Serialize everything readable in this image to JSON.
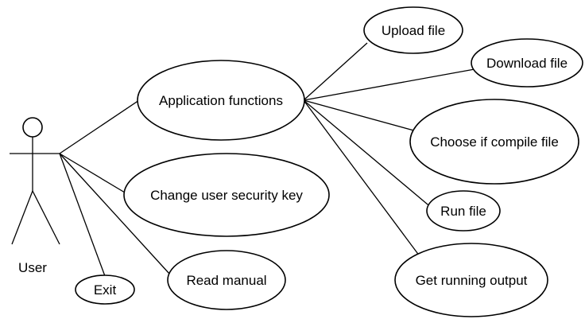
{
  "actor": {
    "label": "User"
  },
  "use_cases": {
    "application_functions": "Application functions",
    "change_user_security_key": "Change user security key",
    "read_manual": "Read manual",
    "exit": "Exit",
    "upload_file": "Upload file",
    "download_file": "Download file",
    "choose_if_compile_file": "Choose if compile file",
    "run_file": "Run file",
    "get_running_output": "Get running output"
  }
}
